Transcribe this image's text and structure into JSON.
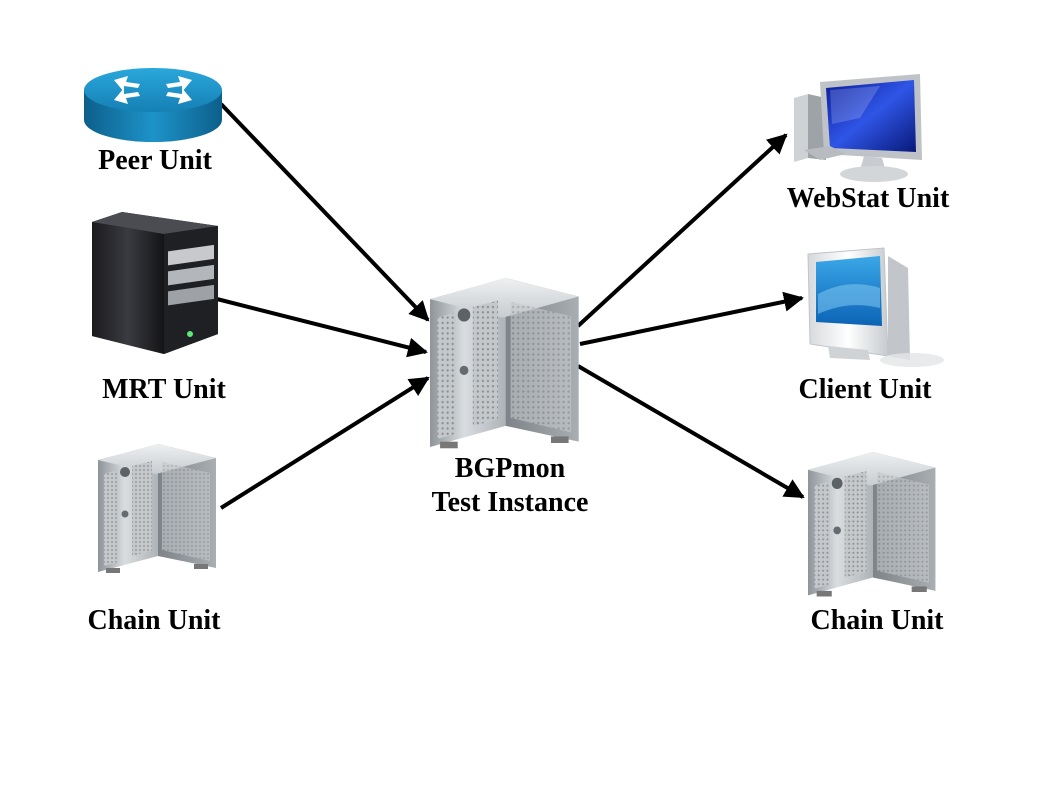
{
  "diagram": {
    "center": {
      "line1": "BGPmon",
      "line2": "Test Instance",
      "icon": "tower-server-icon"
    },
    "inputs": [
      {
        "id": "peer",
        "label": "Peer Unit",
        "icon": "router-icon"
      },
      {
        "id": "mrt",
        "label": "MRT Unit",
        "icon": "black-server-icon"
      },
      {
        "id": "chain-in",
        "label": "Chain Unit",
        "icon": "tower-server-icon"
      }
    ],
    "outputs": [
      {
        "id": "webstat",
        "label": "WebStat Unit",
        "icon": "desktop-computer-icon"
      },
      {
        "id": "client",
        "label": "Client Unit",
        "icon": "imac-monitor-icon"
      },
      {
        "id": "chain-out",
        "label": "Chain Unit",
        "icon": "tower-server-icon"
      }
    ],
    "colors": {
      "arrow": "#000000",
      "router": "#1a8fc2",
      "screen": "#1a3fd1"
    }
  }
}
